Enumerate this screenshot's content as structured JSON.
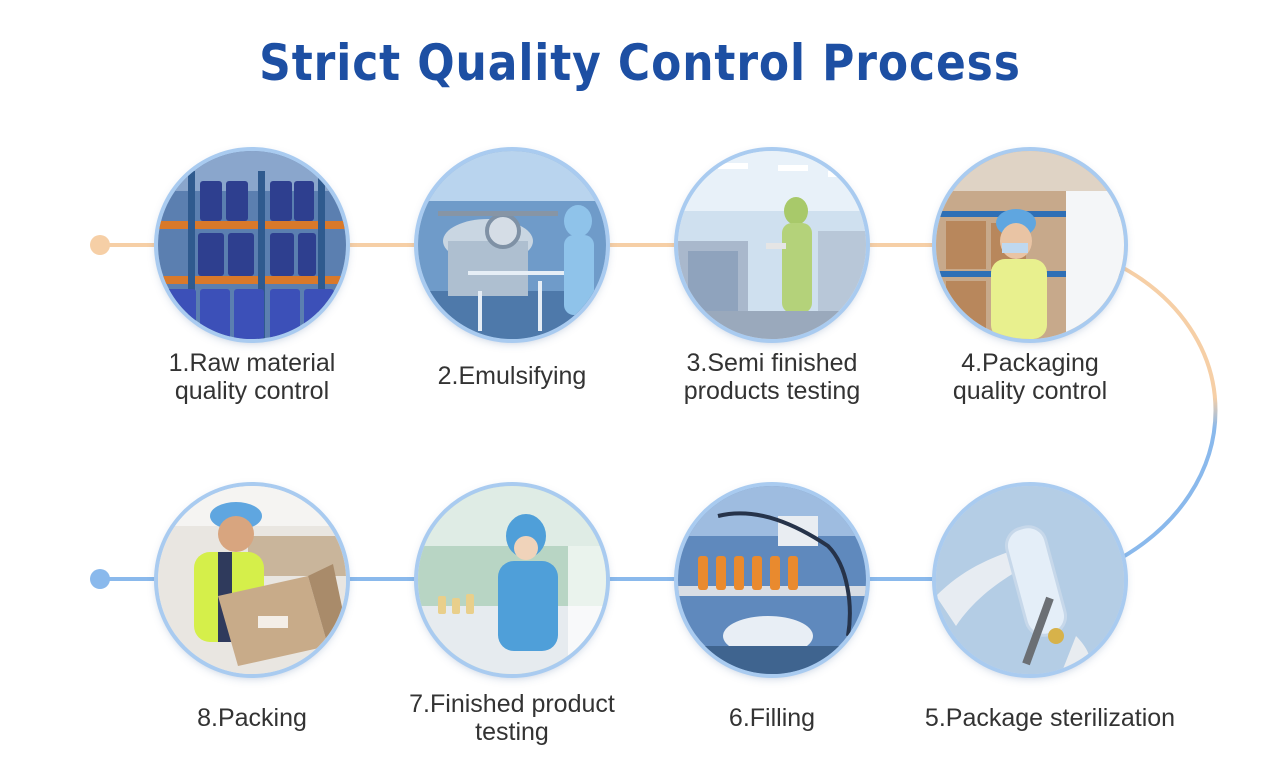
{
  "title": "Strict Quality Control Process",
  "colors": {
    "title": "#1d4fa3",
    "top_line": "#f6cfa6",
    "bottom_line": "#8ab9ec",
    "photo_ring": "#a9cbf0"
  },
  "steps": [
    {
      "label": "1.Raw material\nquality control"
    },
    {
      "label": "2.Emulsifying"
    },
    {
      "label": "3.Semi finished\nproducts testing"
    },
    {
      "label": "4.Packaging\nquality control"
    },
    {
      "label": "5.Package sterilization"
    },
    {
      "label": "6.Filling"
    },
    {
      "label": "7.Finished product\ntesting"
    },
    {
      "label": "8.Packing"
    }
  ]
}
